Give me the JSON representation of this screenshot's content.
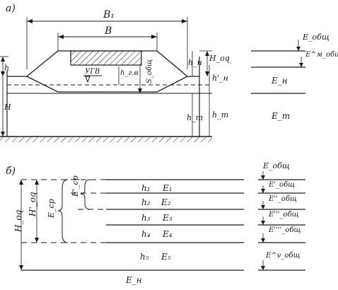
{
  "panels": {
    "a": {
      "marker": "а)",
      "labels": {
        "B1": "B₁",
        "B": "B",
        "h_left": "h",
        "H_left": "H",
        "UGV": "УГВ",
        "h_g_v": "h_г.в",
        "S_obsh": "S_общ",
        "h_n": "h_н",
        "H_oq": "H_оq",
        "h_n_prime": "h'_н",
        "h_T_inner": "h_т",
        "h_T_outer": "h_т"
      },
      "right_column": {
        "E_obsh": "E_общ",
        "E_M_obsh": "E^м_общ",
        "E_N": "E_н",
        "E_T": "E_т"
      }
    },
    "b": {
      "marker": "б)",
      "left_labels": {
        "H_og": "H_оq",
        "H_prime_og": "H'_оq",
        "E_cp": "E_ср",
        "E_prime_cp": "E'_ср"
      },
      "layers": [
        {
          "h": "h₁",
          "E": "E₁"
        },
        {
          "h": "h₂",
          "E": "E₂"
        },
        {
          "h": "h₃",
          "E": "E₃"
        },
        {
          "h": "h₄",
          "E": "E₄"
        },
        {
          "h": "h₅",
          "E": "E₅"
        }
      ],
      "subgrade": "E_н",
      "right_column": [
        "E_общ",
        "E'_общ",
        "E''_общ",
        "E'''_общ",
        "E''''_общ",
        "E^v_общ"
      ]
    }
  },
  "colors": {
    "ink": "#1a1a1a",
    "background": "#ffffff"
  }
}
